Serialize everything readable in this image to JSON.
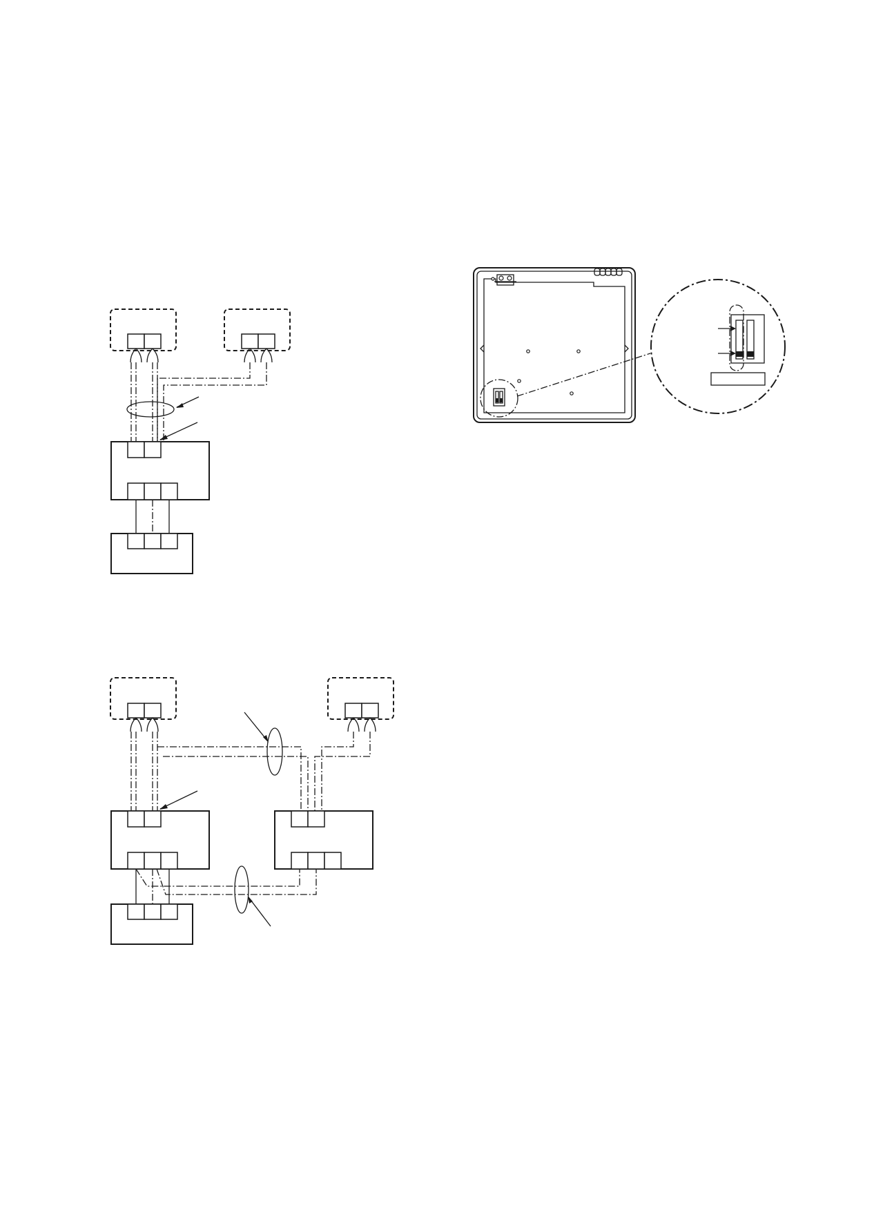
{
  "page": {
    "background": "#ffffff",
    "ink": "#1a1a1a"
  },
  "figures": [
    {
      "kind": "wiring-diagram",
      "remote_controllers": 2,
      "indoor_units": 1,
      "outdoor_units": 1
    },
    {
      "kind": "wiring-diagram",
      "remote_controllers": 2,
      "indoor_units": 2,
      "outdoor_units": 1
    },
    {
      "kind": "pcb-switch-detail",
      "switches": 2
    }
  ]
}
